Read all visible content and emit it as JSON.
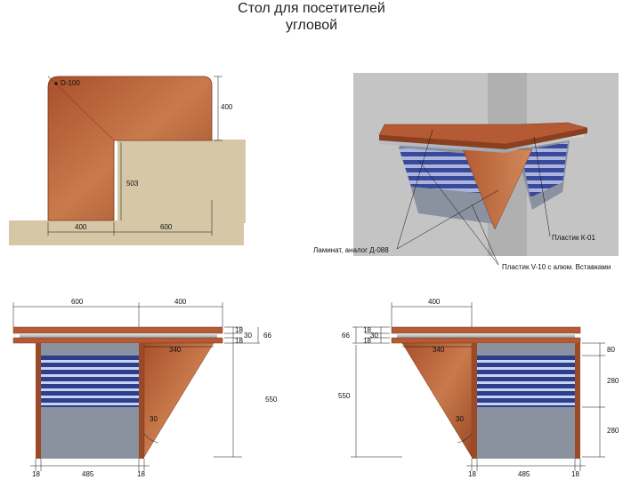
{
  "title": {
    "line1": "Стол для посетителей",
    "line2": "угловой"
  },
  "plan": {
    "radius_label": "D-100",
    "depth_right": "400",
    "height_left": "503",
    "width_left": "400",
    "width_right": "600"
  },
  "render_labels": {
    "laminate": "Ламинат, аналог Д-088",
    "plastic_k01": "Пластик К-01",
    "plastic_v10": "Пластик V-10 с алюм. Вставками"
  },
  "front_left": {
    "top_600": "600",
    "top_400": "400",
    "r18a": "18",
    "r18b": "18",
    "r30": "30",
    "r66": "66",
    "h550": "550",
    "w340": "340",
    "angle": "30",
    "b18a": "18",
    "b485": "485",
    "b18b": "18"
  },
  "front_right": {
    "top_400": "400",
    "l66": "66",
    "l18a": "18",
    "l30": "30",
    "l18b": "18",
    "h550": "550",
    "w340": "340",
    "angle": "30",
    "r80": "80",
    "r280a": "280",
    "r280b": "280",
    "b18a": "18",
    "b485": "485",
    "b18b": "18"
  },
  "colors": {
    "wood": "#b8603a",
    "wood_dark": "#8a4020",
    "beige": "#d6c8a6",
    "panel_grey": "#8a929f",
    "stripe_blue": "#2c3e8c",
    "metal": "#c8ccd4"
  }
}
